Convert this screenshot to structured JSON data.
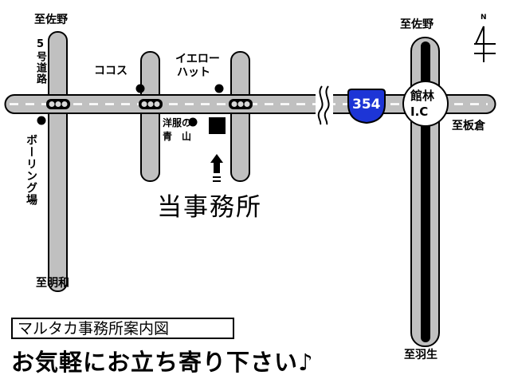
{
  "map": {
    "title": "マルタカ事務所案内図",
    "invite": "お気軽にお立ち寄り下さい♪",
    "office_label": "当事務所",
    "north_label": "N",
    "route_number": "354",
    "places": {
      "to_sano_left": "至佐野",
      "route5": "5号道路",
      "bowling": "ボーリング場",
      "to_meiwa": "至明和",
      "cocos": "ココス",
      "yellow_hat_line1": "イエロー",
      "yellow_hat_line2": "ハット",
      "clothes_line1": "洋服の",
      "clothes_line2": "青　山",
      "to_sano_right": "至佐野",
      "ic_line1": "館林",
      "ic_line2": "I.C",
      "to_itakura": "至板倉",
      "to_hanyu": "至羽生"
    }
  },
  "colors": {
    "road": "#c0c0c0",
    "road_outline": "#000000",
    "lane_mark": "#ffffff",
    "highway_core": "#000000",
    "route_shield": "#1d35d6",
    "text": "#000000",
    "background": "#ffffff"
  },
  "icons": [
    "traffic-light-icon",
    "landmark-dot-icon",
    "office-square-icon",
    "up-arrow-icon",
    "north-arrow-icon",
    "route-shield-icon",
    "road-break-icon"
  ]
}
